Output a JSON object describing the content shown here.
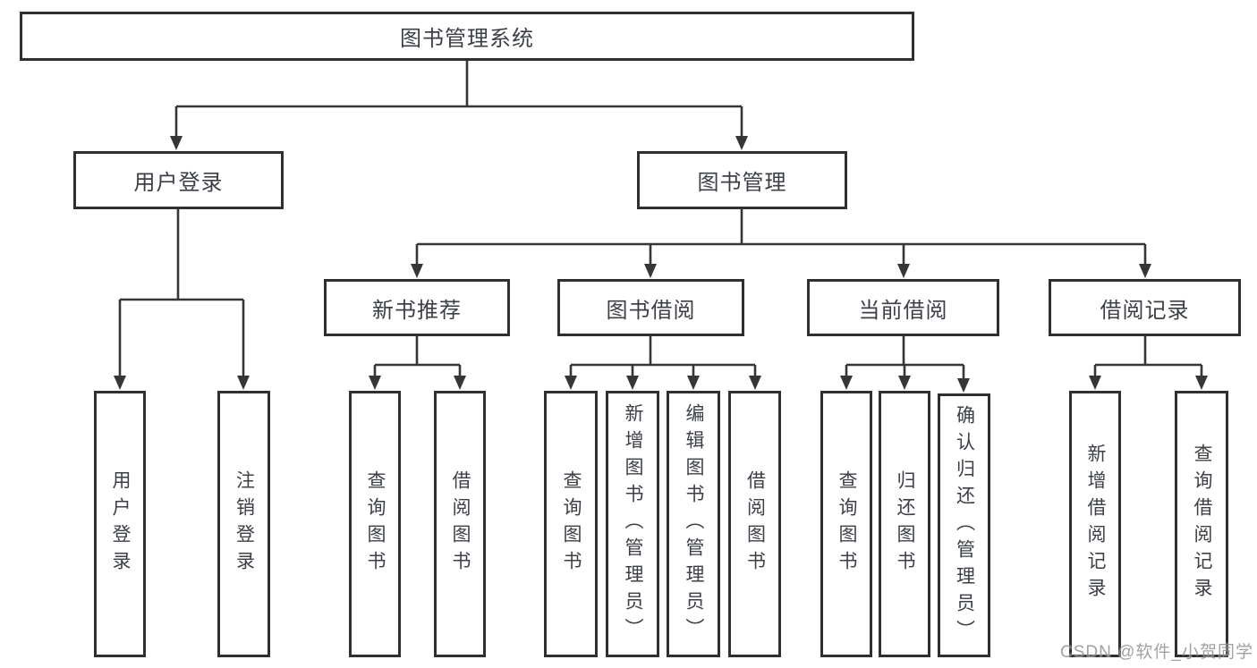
{
  "root": {
    "label": "图书管理系统"
  },
  "branches": [
    {
      "label": "用户登录",
      "children": [
        "用户登录",
        "注销登录"
      ]
    },
    {
      "label": "图书管理",
      "children": [
        {
          "label": "新书推荐",
          "children": [
            "查询图书",
            "借阅图书"
          ]
        },
        {
          "label": "图书借阅",
          "children": [
            "查询图书",
            "新增图书（管理员）",
            "编辑图书（管理员）",
            "借阅图书"
          ]
        },
        {
          "label": "当前借阅",
          "children": [
            "查询图书",
            "归还图书",
            "确认归还（管理员）"
          ]
        },
        {
          "label": "借阅记录",
          "children": [
            "新增借阅记录",
            "查询借阅记录"
          ]
        }
      ]
    }
  ],
  "watermark": {
    "text": "CSDN @软件_小贺同学"
  },
  "colors": {
    "line": "#363636",
    "box_border": "#2f2f2f",
    "text": "#3c4046",
    "background": "#ffffff",
    "watermark": "#828284"
  }
}
